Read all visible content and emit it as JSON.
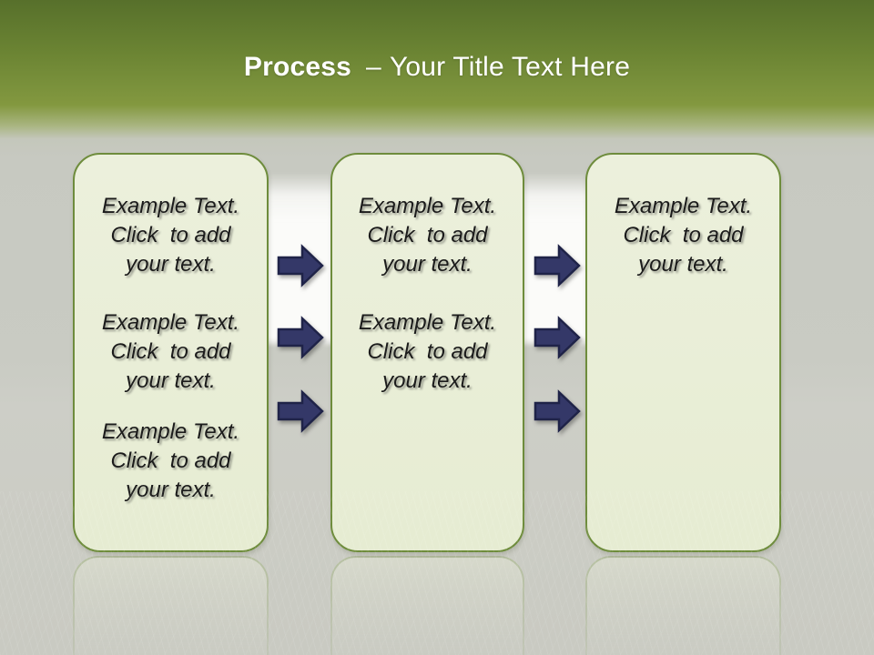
{
  "slide": {
    "title": {
      "keyword": "Process",
      "separator": "–",
      "text": "Your Title Text Here"
    },
    "panels": [
      {
        "name": "process-step-1",
        "blocks": [
          {
            "lines": [
              "Example Text.",
              "Click  to add",
              "your text."
            ]
          },
          {
            "lines": [
              "Example Text.",
              "Click  to add",
              "your text."
            ]
          },
          {
            "lines": [
              "Example Text.",
              "Click  to add",
              "your text."
            ]
          }
        ]
      },
      {
        "name": "process-step-2",
        "blocks": [
          {
            "lines": [
              "Example Text.",
              "Click  to add",
              "your text."
            ]
          },
          {
            "lines": [
              "Example Text.",
              "Click  to add",
              "your text."
            ]
          }
        ]
      },
      {
        "name": "process-step-3",
        "blocks": [
          {
            "lines": [
              "Example Text.",
              "Click  to add",
              "your text."
            ]
          }
        ]
      }
    ],
    "arrows": {
      "direction": "right",
      "columns": 2,
      "per_column": 3
    },
    "colors": {
      "header_green_top": "#57702b",
      "header_green_mid": "#7e9540",
      "background_gray": "#c7c9c1",
      "backdrop_highlight": "#fbfbf9",
      "panel_fill": "#e9eed7",
      "panel_border": "#6e8c3c",
      "arrow_fill": "#343868",
      "arrow_border": "#1f2348",
      "title_color": "#ffffff",
      "body_text_color": "#1b1b1b"
    }
  }
}
